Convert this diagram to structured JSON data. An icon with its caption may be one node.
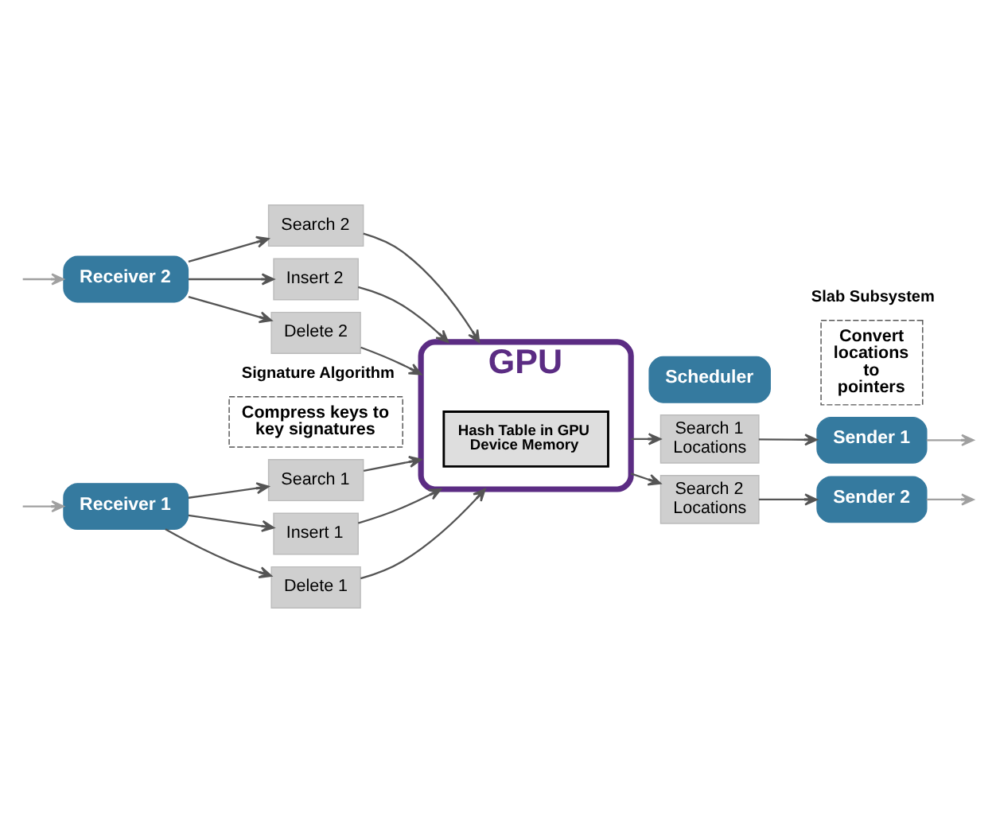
{
  "diagram": {
    "nodes": [
      {
        "text": [
          "Receiver 1"
        ]
      },
      {
        "text": [
          "Receiver 2"
        ]
      },
      {
        "text": [
          "Compress keys to key signatures"
        ],
        "beside": [
          "Signature Algorithm"
        ]
      },
      {
        "text": [
          "Search 1"
        ]
      },
      {
        "text": [
          "Insert 1"
        ]
      },
      {
        "text": [
          "Delete 1"
        ]
      },
      {
        "text": [
          "Search 2"
        ]
      },
      {
        "text": [
          "Insert 2"
        ]
      },
      {
        "text": [
          "Delete 2"
        ]
      },
      {
        "text": [
          "GPU"
        ]
      },
      {
        "text": [
          "Hash Table in GPU Device Memory"
        ],
        "in": 9
      },
      {
        "text": [
          "Scheduler"
        ]
      },
      {
        "text": [
          "Search 1 Locations"
        ]
      },
      {
        "text": [
          "Search 2 Locations"
        ]
      },
      {
        "text": [
          "Convert locations to pointers"
        ],
        "beside": [
          "Slab Subsystem"
        ]
      },
      {
        "text": [
          "Sender 1"
        ]
      },
      {
        "text": [
          "Sender 2"
        ]
      }
    ],
    "edges": [
      {
        "from": null,
        "to": 0,
        "arrow": "to",
        "color": "#a0a0a0"
      },
      {
        "from": null,
        "to": 1,
        "arrow": "to",
        "color": "#a0a0a0"
      },
      {
        "from": 0,
        "to": 3,
        "arrow": "to"
      },
      {
        "from": 0,
        "to": 4,
        "arrow": "to"
      },
      {
        "from": 0,
        "to": 5,
        "arrow": "to"
      },
      {
        "from": 1,
        "to": 6,
        "arrow": "to"
      },
      {
        "from": 1,
        "to": 7,
        "arrow": "to"
      },
      {
        "from": 1,
        "to": 8,
        "arrow": "to"
      },
      {
        "from": 3,
        "to": 9,
        "arrow": "to"
      },
      {
        "from": 6,
        "to": 9,
        "arrow": "to"
      },
      {
        "from": 4,
        "to": 9,
        "arrow": "to"
      },
      {
        "from": 7,
        "to": 9,
        "arrow": "to"
      },
      {
        "from": 5,
        "to": 9,
        "arrow": "to"
      },
      {
        "from": 8,
        "to": 9,
        "arrow": "to"
      },
      {
        "from": 9,
        "to": 12,
        "arrow": "to"
      },
      {
        "from": 9,
        "to": 13,
        "arrow": "to"
      },
      {
        "from": 12,
        "to": 15,
        "arrow": "to"
      },
      {
        "from": 13,
        "to": 16,
        "arrow": "to"
      },
      {
        "from": 15,
        "to": null,
        "arrow": "to",
        "color": "#a0a0a0"
      },
      {
        "from": 16,
        "to": null,
        "arrow": "to",
        "color": "#a0a0a0"
      }
    ]
  }
}
